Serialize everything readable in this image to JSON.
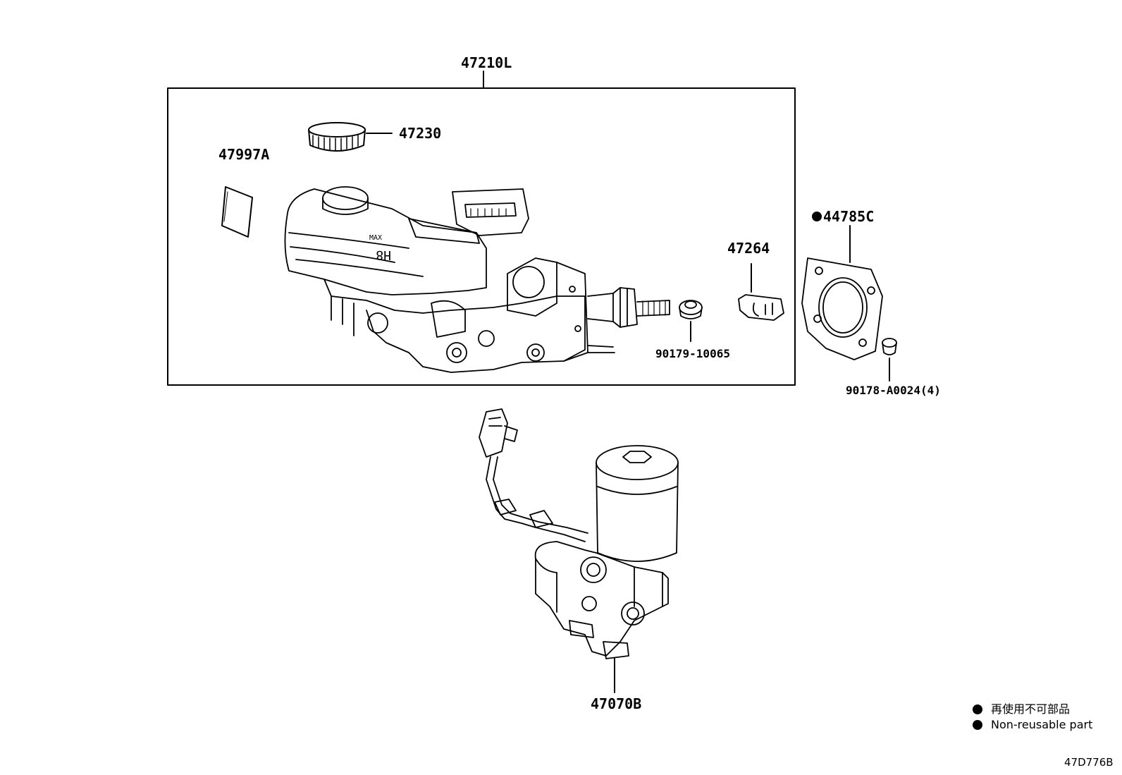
{
  "parts": {
    "assembly": "47210L",
    "cap": "47230",
    "label": "47997A",
    "gasket": "44785C",
    "bracket": "47264",
    "bolt": "90179-10065",
    "screw": "90178-A0024(4)",
    "pump": "47070B"
  },
  "legend": {
    "japanese": "再使用不可部品",
    "english": "Non-reusable part"
  },
  "diagram_id": "47D776B"
}
